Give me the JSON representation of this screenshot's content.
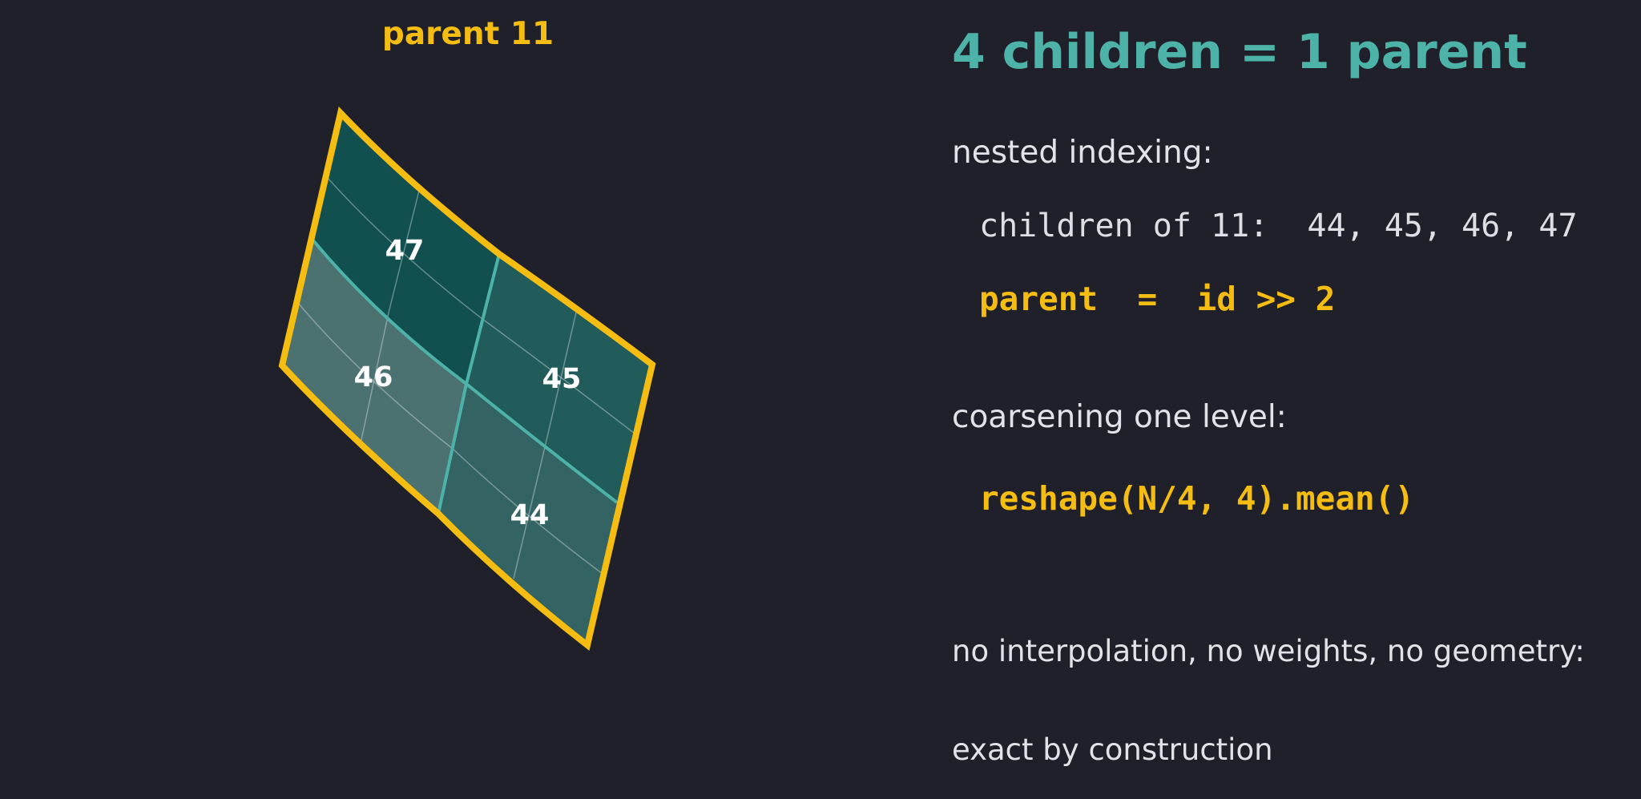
{
  "colors": {
    "background": "#1f2029",
    "accent_teal": "#4db3a8",
    "highlight_yellow": "#f5bd12",
    "text_light": "#e1e3e8",
    "cell_47": "#124f4f",
    "cell_45": "#215c5a",
    "cell_46": "#4c7171",
    "cell_44": "#336463"
  },
  "diagram": {
    "parent_label": "parent 11",
    "children": [
      {
        "id": "47",
        "color": "#124f4f"
      },
      {
        "id": "45",
        "color": "#215c5a"
      },
      {
        "id": "46",
        "color": "#4c7171"
      },
      {
        "id": "44",
        "color": "#336463"
      }
    ]
  },
  "panel": {
    "title": "4 children = 1 parent",
    "nested_label": "nested indexing:",
    "children_line": "children of 11:  44, 45, 46, 47",
    "parent_formula": "parent  =  id >> 2",
    "coarsen_label": "coarsening one level:",
    "coarsen_code": "reshape(N/4, 4).mean()",
    "note_line1": "no interpolation, no weights, no geometry:",
    "note_line2": "exact by construction"
  }
}
